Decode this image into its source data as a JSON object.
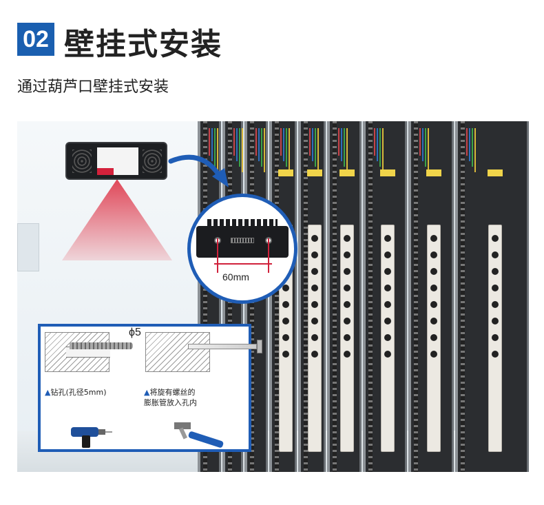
{
  "header": {
    "badge": "02",
    "title": "壁挂式安装",
    "subtitle": "通过葫芦口壁挂式安装"
  },
  "zoom": {
    "dimension_label": "60mm"
  },
  "steps": [
    {
      "label": "钻孔(孔径5mm)",
      "marker": "▲"
    },
    {
      "label_line1": "将旋有螺丝的",
      "label_line2": "膨胀管放入孔内",
      "marker": "▲"
    }
  ],
  "diagram": {
    "hole_size_label": "ϕ5"
  },
  "colors": {
    "accent": "#1f5db6",
    "badge": "#1a5fb0",
    "highlight": "#d0213b"
  }
}
